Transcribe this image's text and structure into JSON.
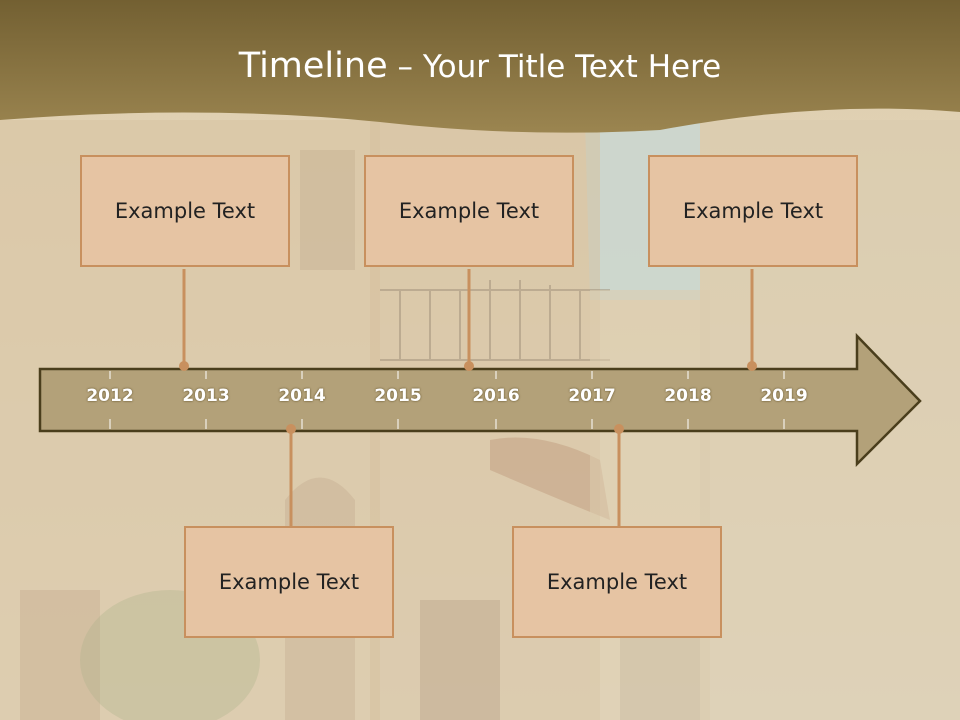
{
  "slide": {
    "title_lead": "Timeline",
    "title_rest": " – Your Title Text Here"
  },
  "timeline": {
    "years": [
      "2012",
      "2013",
      "2014",
      "2015",
      "2016",
      "2017",
      "2018",
      "2019"
    ],
    "events_top": [
      {
        "text": "Example Text"
      },
      {
        "text": "Example Text"
      },
      {
        "text": "Example Text"
      }
    ],
    "events_bottom": [
      {
        "text": "Example Text"
      },
      {
        "text": "Example Text"
      }
    ]
  },
  "colors": {
    "header": "#8f7a45",
    "arrow_fill": "#b3a179",
    "arrow_stroke": "#4a3e1c",
    "box_fill": "#e6c4a3",
    "box_border": "#c8905e",
    "connector": "#c8905e"
  }
}
